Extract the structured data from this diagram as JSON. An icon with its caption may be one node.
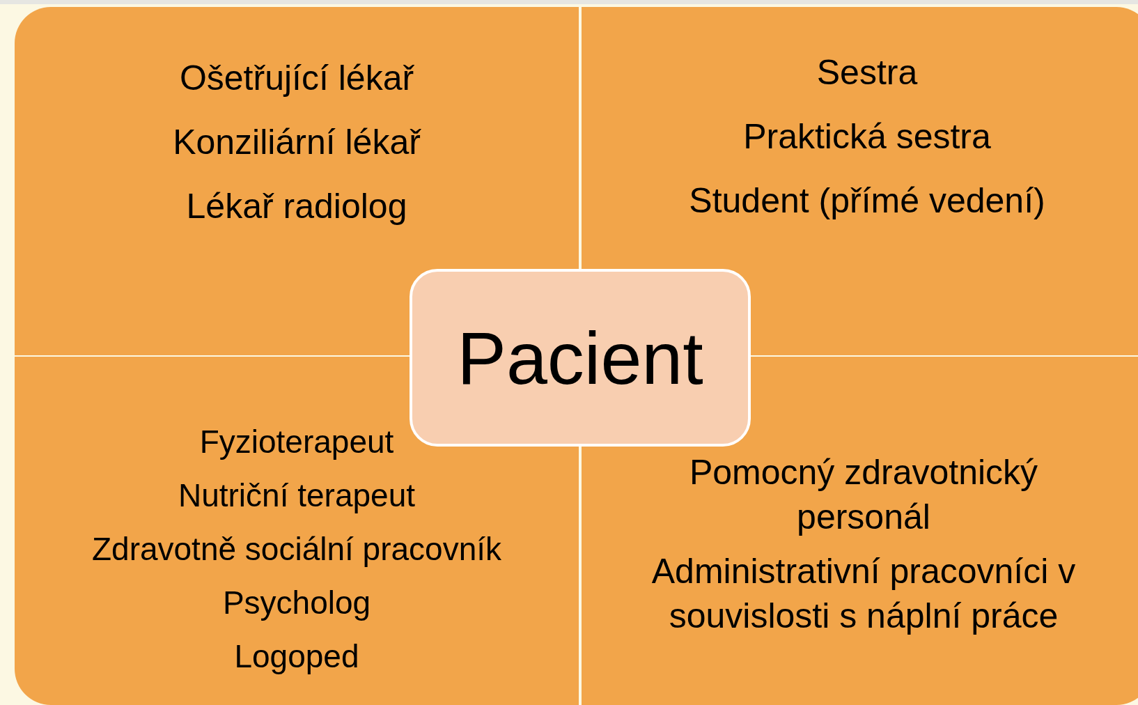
{
  "diagram": {
    "nodes": [
      {
        "text": [
          "Ošetřující lékař",
          "Konziliární lékař",
          "Lékař radiolog"
        ]
      },
      {
        "text": [
          "Sestra",
          "Praktická sestra",
          "Student (přímé vedení)"
        ]
      },
      {
        "text": [
          "Pacient"
        ]
      },
      {
        "text": [
          "Fyzioterapeut",
          "Nutriční terapeut",
          "Zdravotně sociální pracovník",
          "Psycholog",
          "Logoped"
        ]
      },
      {
        "text": [
          "Pomocný zdravotnický personál",
          "Administrativní pracovníci v souvislosti s náplní práce"
        ]
      }
    ]
  }
}
